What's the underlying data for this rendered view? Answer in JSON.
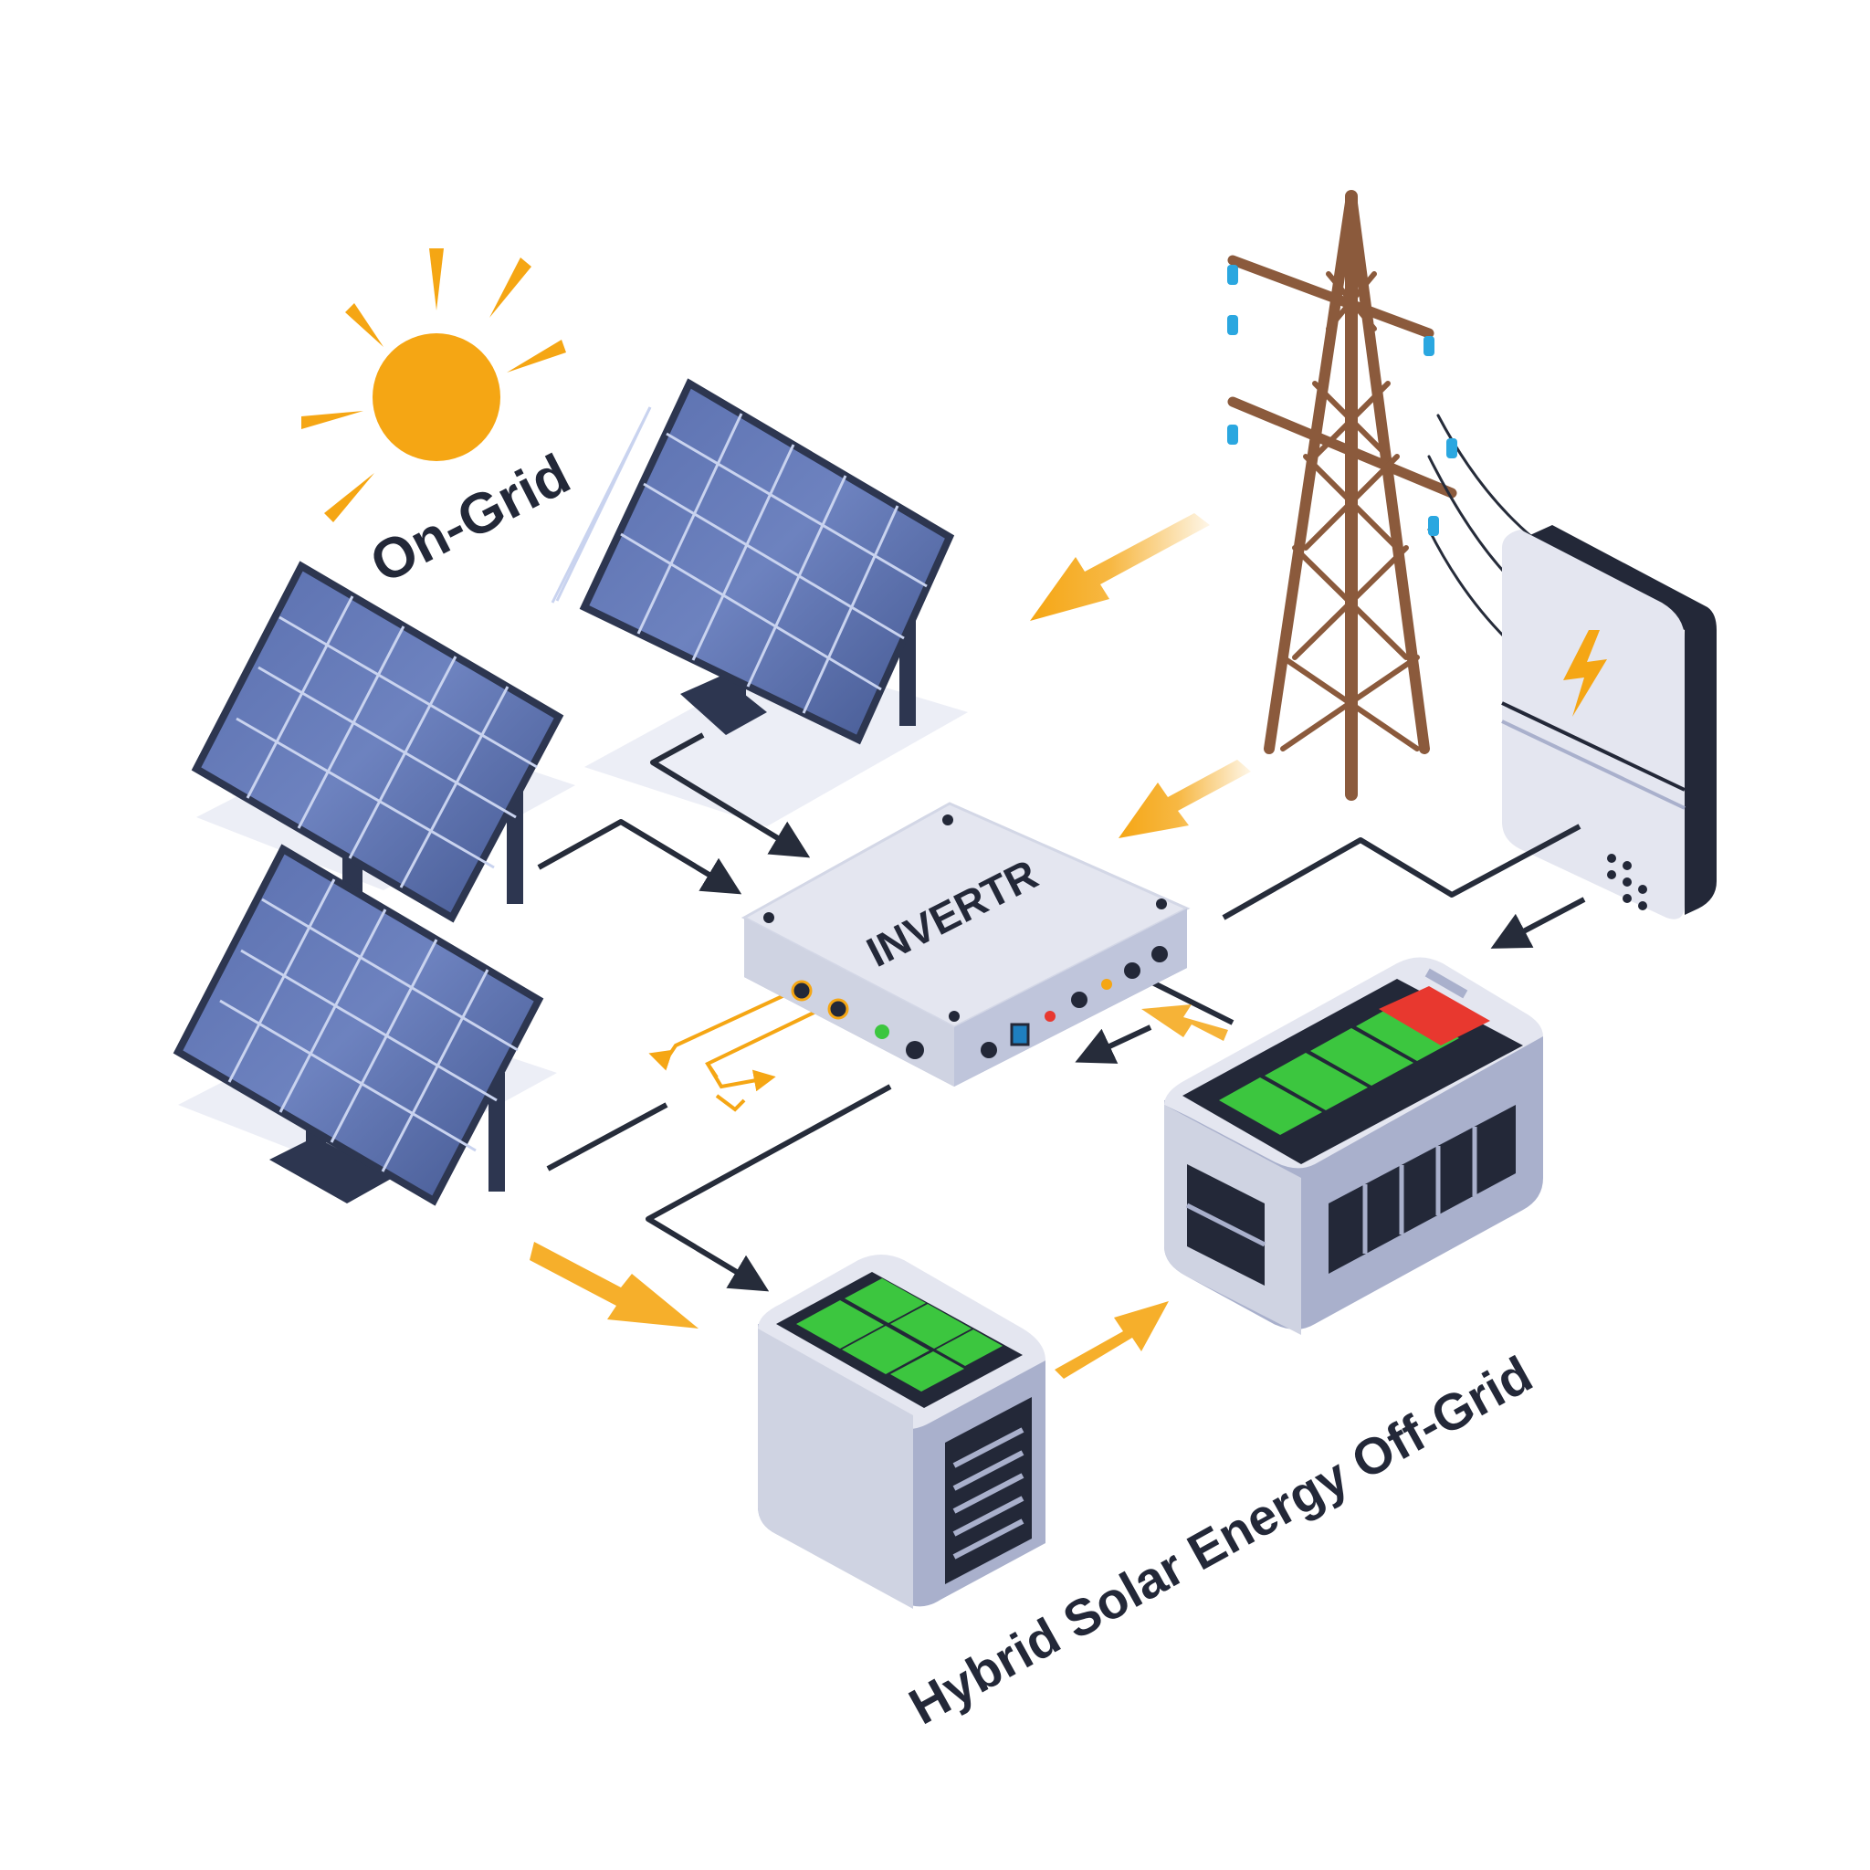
{
  "labels": {
    "on_grid": "On-Grid",
    "inverter": "INVERTR",
    "off_grid": "Hybrid Solar Energy Off-Grid"
  },
  "colors": {
    "background": "#ffffff",
    "sun": "#f5a614",
    "panel_cell": "#4a5f9a",
    "panel_frame": "#2d3650",
    "flow_arrow": "#f5a614",
    "wire": "#262c3a",
    "tower": "#8b5a3c",
    "insulator": "#2aa7e0",
    "device_body": "#e4e6f0",
    "device_side": "#a9b0cc",
    "battery_green": "#3cc63f",
    "battery_red": "#e8382f",
    "text": "#232838"
  },
  "icons": [
    "sun-icon",
    "solar-panel-icon",
    "transmission-tower-icon",
    "lightning-bolt-icon",
    "inverter-icon",
    "battery-icon"
  ]
}
